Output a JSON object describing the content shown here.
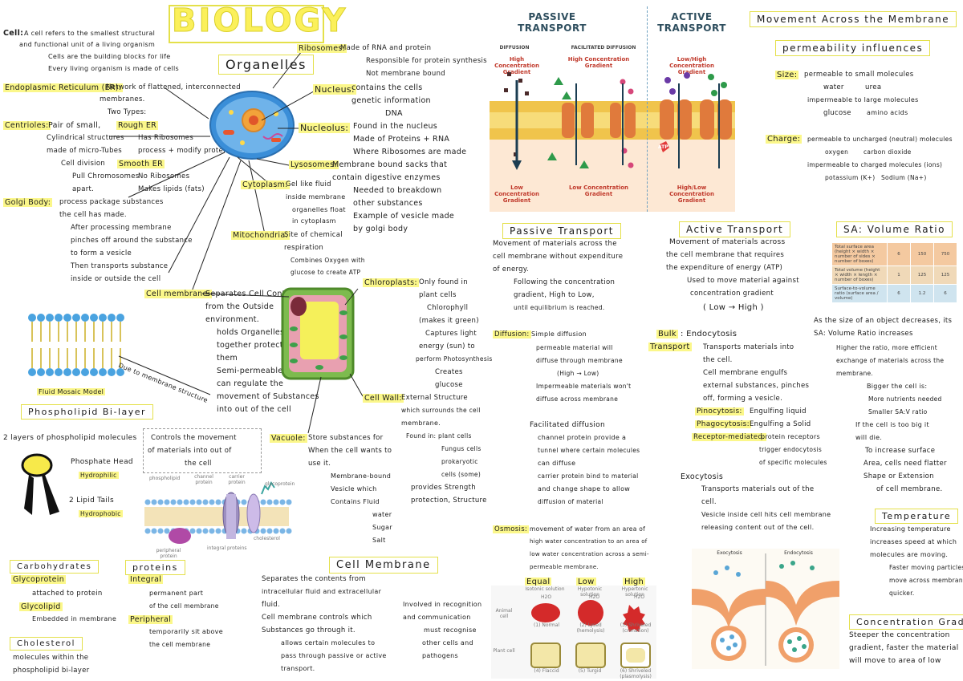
{
  "title": "BIOLOGY",
  "cell_def": {
    "label": "Cell:",
    "line1": "A cell refers to the smallest structural",
    "line2": "and functional unit of a living organism",
    "line3": "Cells are the building blocks for life",
    "line4": "Every living organism is made of cells"
  },
  "organelles_heading": "Organelles",
  "er": {
    "label": "Endoplasmic Reticulum (ER):",
    "l1": "Network of flattened, interconnected",
    "l2": "membranes.",
    "l3": "Two Types:",
    "rough": "Rough ER",
    "rough1": "Has Ribosomes",
    "rough2": "process + modify protein",
    "smooth": "Smooth ER",
    "smooth1": "No Ribosomes",
    "smooth2": "Makes lipids (fats)"
  },
  "centrioles": {
    "label": "Centrioles:",
    "l1": "Pair of small,",
    "l2": "Cylindrical structures",
    "l3": "made of micro-Tubes",
    "l4": "Cell division",
    "l5": "Pull Chromosomes",
    "l6": "apart."
  },
  "golgi": {
    "label": "Golgi Body:",
    "l1": "process  package  substances",
    "l2": "the cell has made.",
    "l3": "After processing  membrane",
    "l4": "pinches off around the substance",
    "l5": "to  form  a  vesicle",
    "l6": "Then  transports  substance",
    "l7": "inside  or  outside  the  cell"
  },
  "ribosomes": {
    "label": "Ribosomes:",
    "l1": "Made of RNA and protein",
    "l2": "Responsible for protein synthesis",
    "l3": "Not membrane bound"
  },
  "nucleus": {
    "label": "Nucleus:",
    "l1": "contains the cells",
    "l2": "genetic information",
    "l3": "DNA"
  },
  "nucleolus": {
    "label": "Nucleolus:",
    "l1": "Found in the nucleus",
    "l2": "Made of Proteins + RNA",
    "l3": "Where Ribosomes are made"
  },
  "lysosomes": {
    "label": "Lysosomes:",
    "l1": "Membrane bound sacks that",
    "l2": "contain digestive enzymes",
    "l3": "Needed to breakdown",
    "l4": "other substances",
    "l5": "Example of vesicle made",
    "l6": "by golgi body"
  },
  "cytoplasm": {
    "label": "Cytoplasm:",
    "l1": "Gel like fluid",
    "l2": "inside membrane",
    "l3": "organelles float",
    "l4": "in cytoplasm"
  },
  "mitochondria": {
    "label": "Mitochondria:",
    "l1": "Site of chemical",
    "l2": "respiration",
    "l3": "Combines Oxygen with",
    "l4": "glucose to create ATP"
  },
  "cell_membrane_org": {
    "label": "Cell membrane:",
    "l1": "Separates Cell Contents",
    "l2": "from the Outside",
    "l3": "environment.",
    "l4": "holds Organelles",
    "l5": "together  protects",
    "l6": "them",
    "l7": "Semi-permeable",
    "l8": "can regulate the",
    "l9": "movement of Substances",
    "l10": "into  out of the cell"
  },
  "chloroplasts": {
    "label": "Chloroplasts:",
    "l1": "Only found in",
    "l2": "plant cells",
    "l3": "Chlorophyll",
    "l4": "(makes it green)",
    "l5": "Captures light",
    "l6": "energy (sun) to",
    "l7": "perform Photosynthesis",
    "l8": "Creates",
    "l9": "glucose"
  },
  "cell_wall": {
    "label": "Cell Wall:",
    "l1": "External Structure",
    "l2": "which surrounds the cell",
    "l3": "membrane.",
    "l4": "Found in: plant cells",
    "l5": "Fungus cells",
    "l6": "prokaryotic",
    "l7": "cells (some)",
    "l8": "provides Strength",
    "l9": "protection, Structure"
  },
  "vacuole": {
    "label": "Vacuole:",
    "l1": "Store substances for",
    "l2": "When the cell wants to",
    "l3": "use it.",
    "l4": "Membrane-bound",
    "l5": "Vesicle which",
    "l6": "Contains Fluid",
    "l7": "water",
    "l8": "Sugar",
    "l9": "Salt"
  },
  "fluid_mosaic": {
    "caption": "Fluid Mosaic Model",
    "phospholipid_box": "Phospholipid Bi-layer",
    "due_to": "Due to membrane structure",
    "layers": "2 layers of phospholipid molecules",
    "head": "Phosphate Head",
    "head_note": "Hydrophilic",
    "tails": "2 Lipid Tails",
    "tails_note": "Hydrophobic",
    "controls1": "Controls the movement",
    "controls2": "of materials into  out of",
    "controls3": "the cell"
  },
  "membrane_diagram": {
    "phospholipid": "phospholipid",
    "channel": "channel protein",
    "carrier": "carrier protein",
    "glycoprotein": "glycoprotein",
    "peripheral": "peripheral protein",
    "integral": "integral proteins",
    "cholesterol": "cholesterol"
  },
  "carbohydrates": {
    "box": "Carbohydrates",
    "glycoprotein": "Glycoprotein",
    "gp_note": "attached to protein",
    "glycolipid": "Glycolipid",
    "gl_note": "Embedded in membrane"
  },
  "cholesterol": {
    "box": "Cholesterol",
    "l1": "molecules within the",
    "l2": "phospholipid bi-layer"
  },
  "proteins": {
    "box": "proteins",
    "integral": "Integral",
    "i1": "permanent part",
    "i2": "of the cell membrane",
    "peripheral": "Peripheral",
    "p1": "temporarily sit above",
    "p2": "the cell membrane"
  },
  "cell_membrane_section": {
    "box": "Cell Membrane",
    "l1": "Separates the contents from",
    "l2": "intracellular fluid and extracellular",
    "l3": "fluid.",
    "l4": "Cell membrane controls which",
    "l5": "Substances go through it.",
    "l6": "allows certain molecules to",
    "l7": "pass through passive or active",
    "l8": "transport.",
    "r1": "Involved in recognition",
    "r2": "and communication",
    "r3": "must recognise",
    "r4": "other cells and",
    "r5": "pathogens"
  },
  "transport_figure": {
    "passive_title": "PASSIVE\nTRANSPORT",
    "active_title": "ACTIVE\nTRANSPORT",
    "diffusion": "DIFFUSION",
    "facilitated": "FACILITATED DIFFUSION",
    "high_conc": "High Concentration Gradient",
    "low_conc": "Low Concentration Gradient",
    "low_high": "Low/High Concentration Gradient",
    "high_low": "High/Low Concentration Gradient",
    "atp": "ATP"
  },
  "passive_section": {
    "box": "Passive Transport",
    "l1": "Movement of materials across the",
    "l2": "cell membrane without expenditure",
    "l3": "of energy.",
    "l4": "Following  the  concentration",
    "l5": "gradient,  High  to  Low,",
    "l6": "until equilibrium is reached.",
    "diff_label": "Diffusion:",
    "d1": "Simple diffusion",
    "d2": "permeable material will",
    "d3": "diffuse through membrane",
    "d4": "(High  →  Low)",
    "d5": "Impermeable materials won't",
    "d6": "diffuse across membrane",
    "fac": "Facilitated diffusion",
    "f1": "channel protein provide a",
    "f2": "tunnel where certain molecules",
    "f3": "can diffuse",
    "f4": "carrier protein bind to material",
    "f5": "and change shape to allow",
    "f6": "diffusion of material",
    "osm_label": "Osmosis:",
    "o1": "movement of water from an area of",
    "o2": "high water concentration to an area of",
    "o3": "low water concentration across a semi-",
    "o4": "permeable membrane.",
    "equal": "Equal",
    "low": "Low",
    "high": "High",
    "isotonic": "Isotonic solution",
    "hypotonic": "Hypotonic solution",
    "hypertonic": "Hypertonic solution",
    "animal": "Animal cell",
    "plant": "Plant cell",
    "normal": "(1) Normal",
    "lysed": "(2) Lysed (hemolysis)",
    "shriveled": "(3) Shriveled (crenation)",
    "flaccid": "(4) Flaccid",
    "turgid": "(5) Turgid",
    "plasmolysis": "(6) Shriveled (plasmolysis)",
    "h2o": "H2O"
  },
  "active_section": {
    "box": "Active Transport",
    "l1": "Movement  of  materials  across",
    "l2": "the  cell  membrane  that  requires",
    "l3": "the  expenditure  of  energy (ATP)",
    "l4": "Used to move material against",
    "l5": "concentration gradient",
    "l6": "( Low  →  High )",
    "bulk": "Bulk",
    "transport": "Transport",
    "endo": ": Endocytosis",
    "e1": "Transports  materials  into",
    "e2": "the  cell.",
    "e3": "Cell membrane engulfs",
    "e4": "external substances, pinches",
    "e5": "off, forming a vesicle.",
    "pino": "Pinocytosis:",
    "pino_t": "Engulfing liquid",
    "phago": "Phagocytosis:",
    "phago_t": "Engulfing a Solid",
    "rme": "Receptor-mediated:",
    "rme_t1": "protein receptors",
    "rme_t2": "trigger endocytosis",
    "rme_t3": "of specific molecules",
    "exo": "Exocytosis",
    "x1": "Transports  materials  out  of  the",
    "x2": "cell.",
    "x3": "Vesicle inside cell hits cell membrane",
    "x4": "releasing content out of the cell.",
    "exo_fig": "Exocytosis",
    "endo_fig": "Endocytosis"
  },
  "movement_section": {
    "box": "Movement Across the Membrane",
    "perm_box": "permeability influences",
    "size": "Size:",
    "s1": "permeable to small molecules",
    "s2": "water",
    "s3": "urea",
    "s4": "impermeable to large molecules",
    "s5": "glucose",
    "s6": "amino acids",
    "charge": "Charge:",
    "c1": "permeable to uncharged (neutral) molecules",
    "c2": "oxygen",
    "c3": "carbon dioxide",
    "c4": "impermeable to charged molecules (ions)",
    "c5": "potassium (K+)",
    "c6": "Sodium (Na+)"
  },
  "sa_section": {
    "box": "SA: Volume  Ratio",
    "table": [
      {
        "label": "Total surface area (height × width × number of sides × number of boxes)",
        "v1": "6",
        "v2": "150",
        "v3": "750"
      },
      {
        "label": "Total volume (height × width × length × number of boxes)",
        "v1": "1",
        "v2": "125",
        "v3": "125"
      },
      {
        "label": "Surface-to-volume ratio (surface area / volume)",
        "v1": "6",
        "v2": "1.2",
        "v3": "6"
      }
    ],
    "l1": "As the size of an object decreases, its",
    "l2": "SA: Volume Ratio increases",
    "l3": "Higher the ratio, more efficient",
    "l4": "exchange of materials across the",
    "l5": "membrane.",
    "l6": "Bigger the cell is:",
    "l7": "More nutrients needed",
    "l8": "Smaller SA:V ratio",
    "l9": "If the cell is too big it",
    "l10": "will die.",
    "l11": "To increase surface",
    "l12": "Area, cells need flatter",
    "l13": "Shape  or  Extension",
    "l14": "of cell membrane."
  },
  "temperature": {
    "box": "Temperature",
    "l1": "Increasing temperature",
    "l2": "increases speed at which",
    "l3": "molecules are moving.",
    "l4": "Faster moving particles",
    "l5": "move across membrane",
    "l6": "quicker."
  },
  "conc_gradient": {
    "box": "Concentration Gradient",
    "l1": "Steeper  the  concentration",
    "l2": "gradient, faster the material",
    "l3": "will  move  to  area  of  low"
  },
  "colors": {
    "highlight": "#fbf78a",
    "box_border": "#e4e04a",
    "cell_blue": "#3a8ed8",
    "plant_green": "#7dbb4e"
  }
}
